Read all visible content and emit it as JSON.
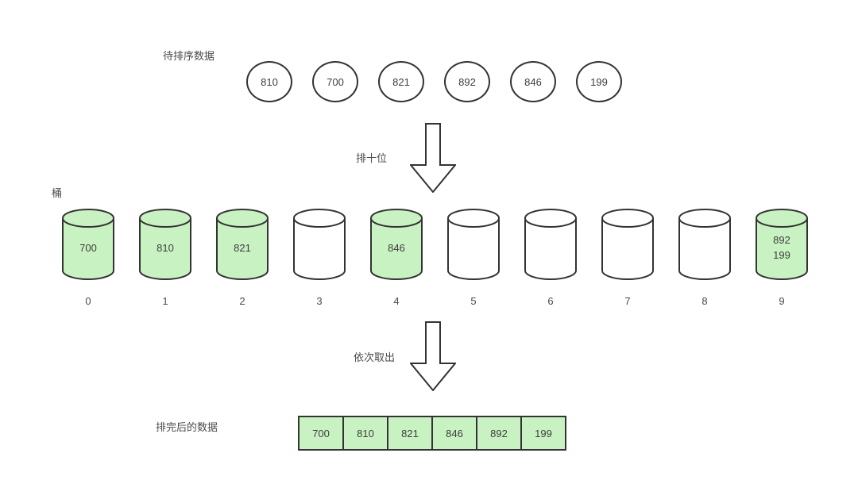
{
  "colors": {
    "bucket_filled": "#c9f2c2",
    "bucket_empty": "#ffffff",
    "cell_fill": "#c9f2c2",
    "stroke": "#333333"
  },
  "unsorted": {
    "label": "待排序数据",
    "values": [
      "810",
      "700",
      "821",
      "892",
      "846",
      "199"
    ]
  },
  "step1": {
    "arrow_label": "排十位"
  },
  "buckets": {
    "label": "桶",
    "items": [
      {
        "index": "0",
        "filled": true,
        "values": [
          "700"
        ]
      },
      {
        "index": "1",
        "filled": true,
        "values": [
          "810"
        ]
      },
      {
        "index": "2",
        "filled": true,
        "values": [
          "821"
        ]
      },
      {
        "index": "3",
        "filled": false,
        "values": []
      },
      {
        "index": "4",
        "filled": true,
        "values": [
          "846"
        ]
      },
      {
        "index": "5",
        "filled": false,
        "values": []
      },
      {
        "index": "6",
        "filled": false,
        "values": []
      },
      {
        "index": "7",
        "filled": false,
        "values": []
      },
      {
        "index": "8",
        "filled": false,
        "values": []
      },
      {
        "index": "9",
        "filled": true,
        "values": [
          "892",
          "199"
        ]
      }
    ]
  },
  "step2": {
    "arrow_label": "依次取出"
  },
  "sorted": {
    "label": "排完后的数据",
    "values": [
      "700",
      "810",
      "821",
      "846",
      "892",
      "199"
    ]
  }
}
